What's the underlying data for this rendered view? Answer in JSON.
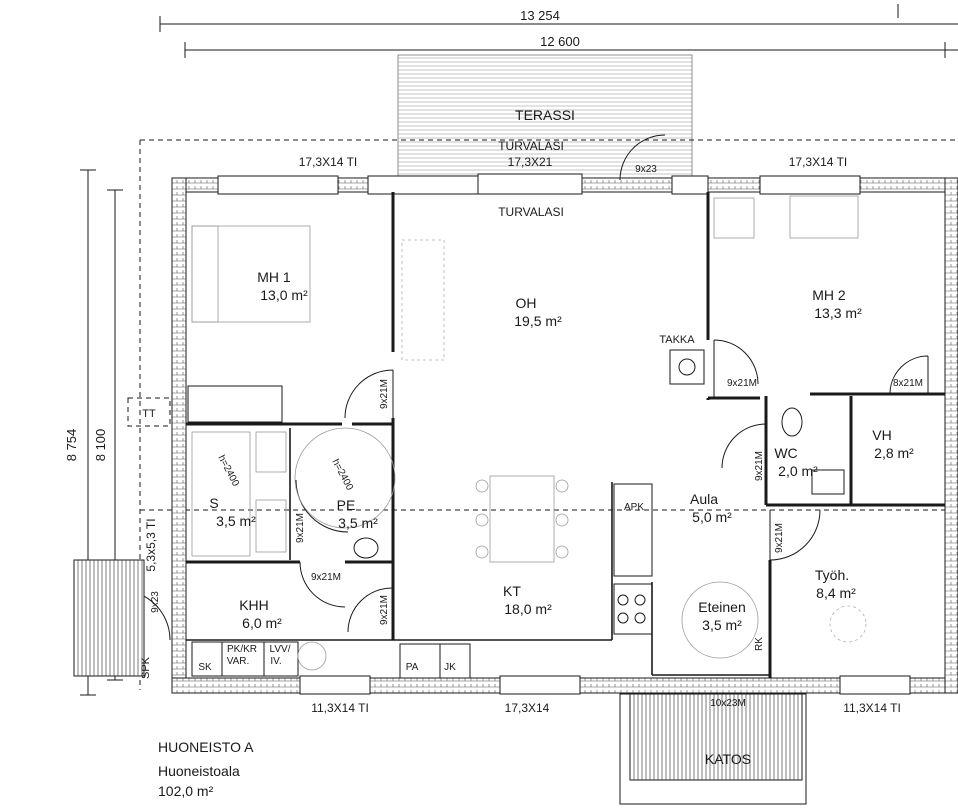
{
  "dimensions": {
    "overall_width": "13 254",
    "inner_width": "12 600",
    "overall_depth": "8 754",
    "inner_depth": "8 100"
  },
  "areas": {
    "terrace": "TERASSI",
    "canopy": "KATOS"
  },
  "glazing": {
    "top": "TURVALASI",
    "inner": "TURVALASI"
  },
  "windows": {
    "top_left": "17,3X14 TI",
    "top_center": "17,3X21",
    "top_right": "17,3X14 TI",
    "bottom_left": "11,3X14 TI",
    "bottom_center": "17,3X14",
    "bottom_right": "11,3X14 TI",
    "side_left": "5,3x5,3 TI"
  },
  "rooms": {
    "mh1": {
      "name": "MH 1",
      "area": "13,0 m²"
    },
    "oh": {
      "name": "OH",
      "area": "19,5 m²"
    },
    "mh2": {
      "name": "MH 2",
      "area": "13,3 m²"
    },
    "wc": {
      "name": "WC",
      "area": "2,0 m²"
    },
    "vh": {
      "name": "VH",
      "area": "2,8 m²"
    },
    "s": {
      "name": "S",
      "area": "3,5 m²"
    },
    "pe": {
      "name": "PE",
      "area": "3,5 m²"
    },
    "aula": {
      "name": "Aula",
      "area": "5,0 m²"
    },
    "kt": {
      "name": "KT",
      "area": "18,0 m²"
    },
    "khh": {
      "name": "KHH",
      "area": "6,0 m²"
    },
    "tyoh": {
      "name": "Työh.",
      "area": "8,4 m²"
    },
    "eteinen": {
      "name": "Eteinen",
      "area": "3,5 m²"
    }
  },
  "doors": {
    "terrace": "9x23",
    "mh1": "9x21M",
    "mh2_left": "9x21M",
    "mh2_right": "8x21M",
    "wc": "9x21M",
    "tyoh": "9x21M",
    "s": "9x21M",
    "pe": "9x21M",
    "khh": "9x21M",
    "kt": "9x21M",
    "entry": "10x23M",
    "side": "9x23"
  },
  "labels": {
    "takka": "TAKKA",
    "tt": "TT",
    "spk": "SPK",
    "sk": "SK",
    "pkkr": "PK/KR",
    "var": "VAR.",
    "lvv": "LVV/",
    "iv": "IV.",
    "apk": "APK",
    "rk": "RK",
    "pa": "PA",
    "jk": "JK",
    "h2400_s": "h=2400",
    "h2400_pe": "h=2400"
  },
  "title": {
    "unit": "HUONEISTO A",
    "area_label": "Huoneistoala",
    "area_value": "102,0 m²"
  }
}
